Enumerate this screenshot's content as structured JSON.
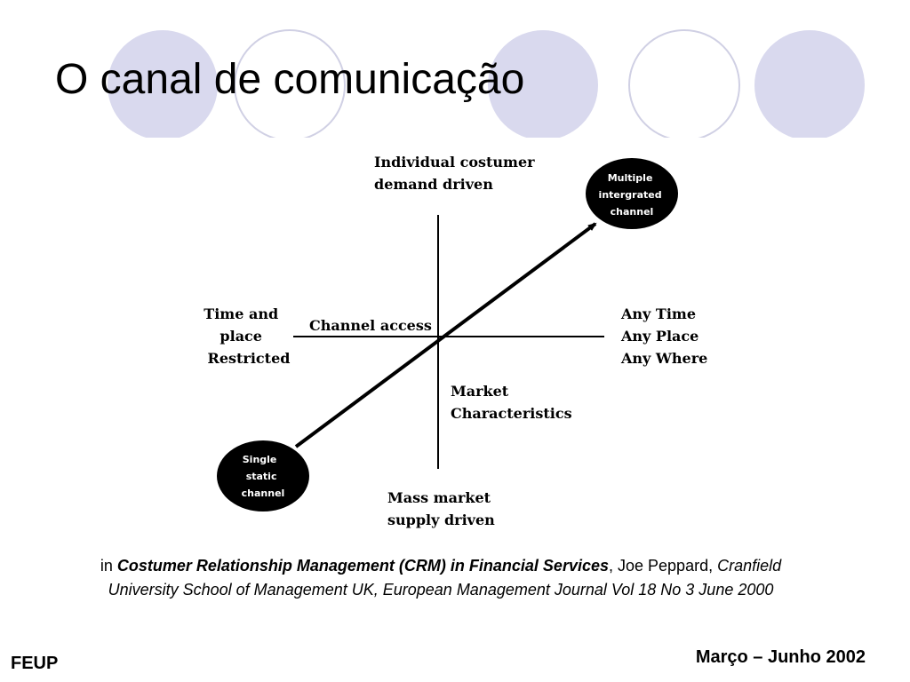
{
  "slide": {
    "title": "O canal de comunicação"
  },
  "diagram": {
    "top_label": [
      "Individual costumer",
      "demand driven"
    ],
    "left_label": [
      "Time and",
      "place",
      "Restricted"
    ],
    "axis_label_center": "Channel access",
    "right_label": [
      "Any Time",
      "Any Place",
      "Any Where"
    ],
    "axis_label_lower": [
      "Market",
      "Characteristics"
    ],
    "bottom_label": [
      "Mass market",
      "supply driven"
    ],
    "end_node": [
      "Multiple",
      "intergrated",
      "channel"
    ],
    "start_node": [
      "Single",
      "static",
      "channel"
    ]
  },
  "citation": {
    "prefix": "in ",
    "title": "Costumer Relationship Management (CRM) in Financial Services",
    "author": ", Joe Peppard, ",
    "source": "Cranfield University School of Management UK, European Management Journal Vol 18 No 3 June 2000"
  },
  "footer": {
    "left": "FEUP",
    "right": "Março – Junho 2002"
  },
  "colors": {
    "decor_fill": "#d9d9ee",
    "decor_ring": "#d0d0e4",
    "node_fill": "#000000"
  }
}
